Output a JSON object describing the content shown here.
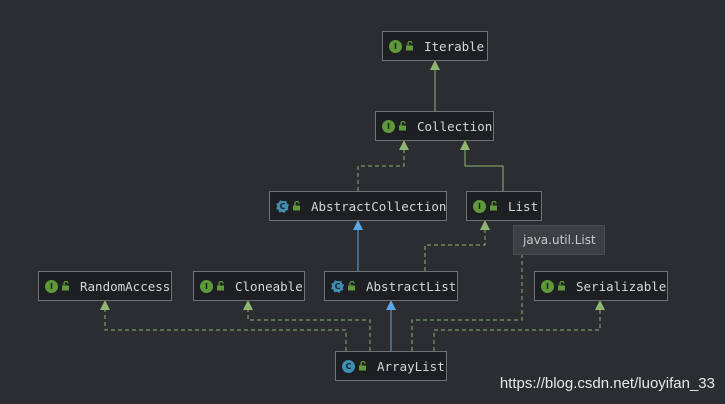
{
  "nodes": {
    "iterable": {
      "label": "Iterable",
      "kind": "interface",
      "kind_letter": "I"
    },
    "collection": {
      "label": "Collection",
      "kind": "interface",
      "kind_letter": "I"
    },
    "abstract_collection": {
      "label": "AbstractCollection",
      "kind": "abstract-class",
      "kind_letter": "C"
    },
    "list": {
      "label": "List",
      "kind": "interface",
      "kind_letter": "I"
    },
    "random_access": {
      "label": "RandomAccess",
      "kind": "interface",
      "kind_letter": "I"
    },
    "cloneable": {
      "label": "Cloneable",
      "kind": "interface",
      "kind_letter": "I"
    },
    "abstract_list": {
      "label": "AbstractList",
      "kind": "abstract-class",
      "kind_letter": "C"
    },
    "serializable": {
      "label": "Serializable",
      "kind": "interface",
      "kind_letter": "I"
    },
    "array_list": {
      "label": "ArrayList",
      "kind": "class",
      "kind_letter": "C"
    }
  },
  "edges": [
    {
      "from": "collection",
      "to": "iterable",
      "type": "extends"
    },
    {
      "from": "abstract_collection",
      "to": "collection",
      "type": "implements"
    },
    {
      "from": "list",
      "to": "collection",
      "type": "extends"
    },
    {
      "from": "abstract_list",
      "to": "abstract_collection",
      "type": "extends-class"
    },
    {
      "from": "abstract_list",
      "to": "list",
      "type": "implements"
    },
    {
      "from": "array_list",
      "to": "abstract_list",
      "type": "extends-class"
    },
    {
      "from": "array_list",
      "to": "random_access",
      "type": "implements"
    },
    {
      "from": "array_list",
      "to": "cloneable",
      "type": "implements"
    },
    {
      "from": "array_list",
      "to": "serializable",
      "type": "implements"
    },
    {
      "from": "array_list",
      "to": "list",
      "type": "implements"
    }
  ],
  "tooltip": {
    "text": "java.util.List"
  },
  "watermark": {
    "text": "https://blog.csdn.net/luoyifan_33"
  },
  "colors": {
    "background": "#2b2d30",
    "node_fill": "#1e1f22",
    "node_border": "#6f7377",
    "interface_edge": "#8fb572",
    "class_edge": "#5aa8e6",
    "interface_badge": "#5e9a3a",
    "class_badge": "#3f8fb5"
  },
  "icons": {
    "visibility": "open-lock-icon"
  }
}
